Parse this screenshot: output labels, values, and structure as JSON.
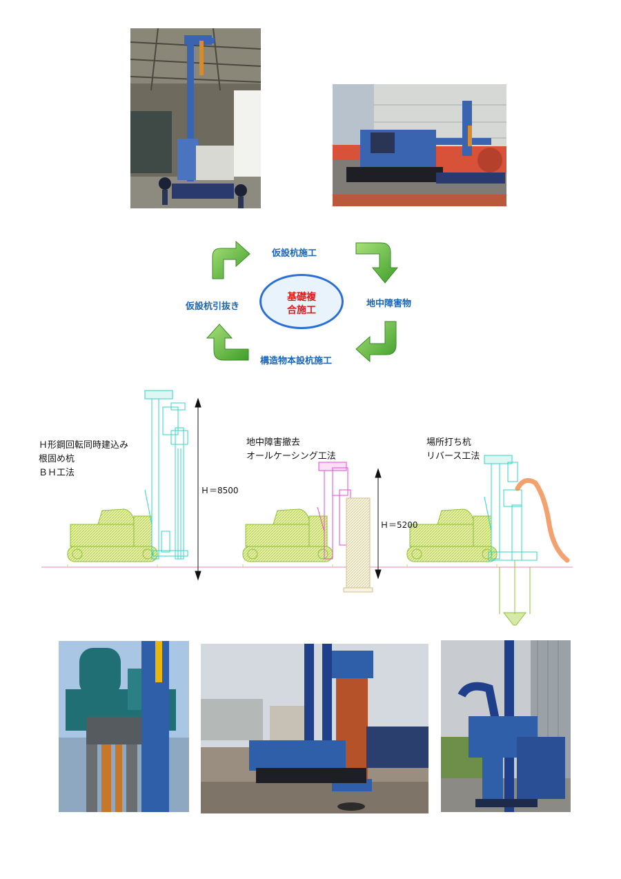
{
  "cycle": {
    "center_line1": "基礎複",
    "center_line2": "合施工",
    "top": "仮設杭施工",
    "right": "地中障害物",
    "bottom": "構造物本設杭施工",
    "left": "仮設杭引抜き"
  },
  "methods": {
    "left": [
      "Ｈ形鋼回転同時建込み",
      "根固め杭",
      "ＢＨ工法"
    ],
    "middle": [
      "地中障害撤去",
      "オールケーシング工法"
    ],
    "right": [
      "場所打ち杭",
      "リバース工法"
    ]
  },
  "dimensions": {
    "height_a": "Ｈ＝8500",
    "height_b": "Ｈ＝5200"
  },
  "colors": {
    "arrow_green": "#6cc24a",
    "label_blue": "#1a64b4",
    "center_red": "#e01a1a",
    "excavator_fill": "#c9e04a",
    "mast_cyan": "#2fd4c4",
    "casing_magenta": "#e64ad6",
    "hose_orange": "#f08a4a",
    "machine_blue": "#3a64b0"
  }
}
